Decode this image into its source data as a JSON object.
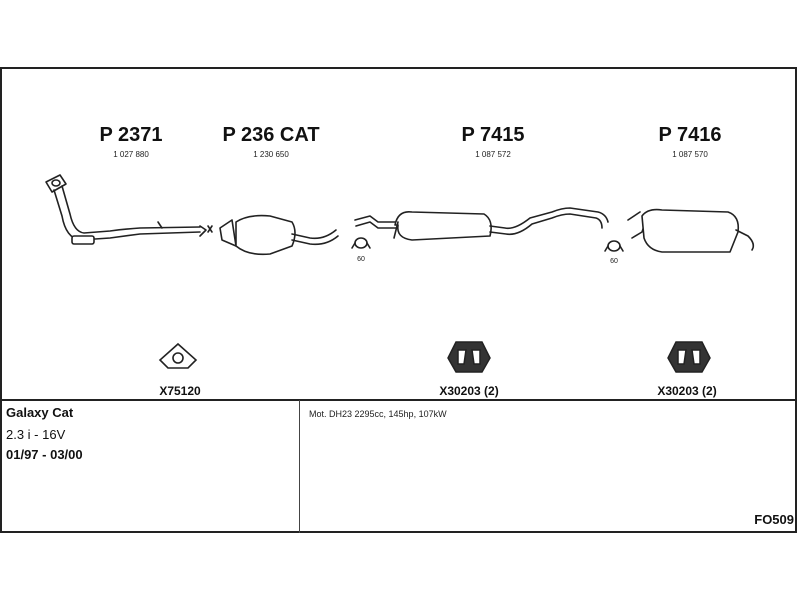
{
  "parts": [
    {
      "code": "P 2371",
      "number": "1 027 880"
    },
    {
      "code": "P 236 CAT",
      "number": "1 230 650"
    },
    {
      "code": "P 7415",
      "number": "1 087 572"
    },
    {
      "code": "P 7416",
      "number": "1 087 570"
    }
  ],
  "clamp_labels": [
    "60",
    "60"
  ],
  "accessories": [
    {
      "code": "X75120",
      "icon": "gasket-icon"
    },
    {
      "code": "X30203 (2)",
      "icon": "rubber-mount-icon"
    },
    {
      "code": "X30203 (2)",
      "icon": "rubber-mount-icon"
    }
  ],
  "vehicle": {
    "model": "Galaxy Cat",
    "engine": "2.3 i - 16V",
    "years": "01/97 - 03/00"
  },
  "motor_info": "Mot. DH23 2295cc, 145hp, 107kW",
  "diagram_code": "FO509"
}
